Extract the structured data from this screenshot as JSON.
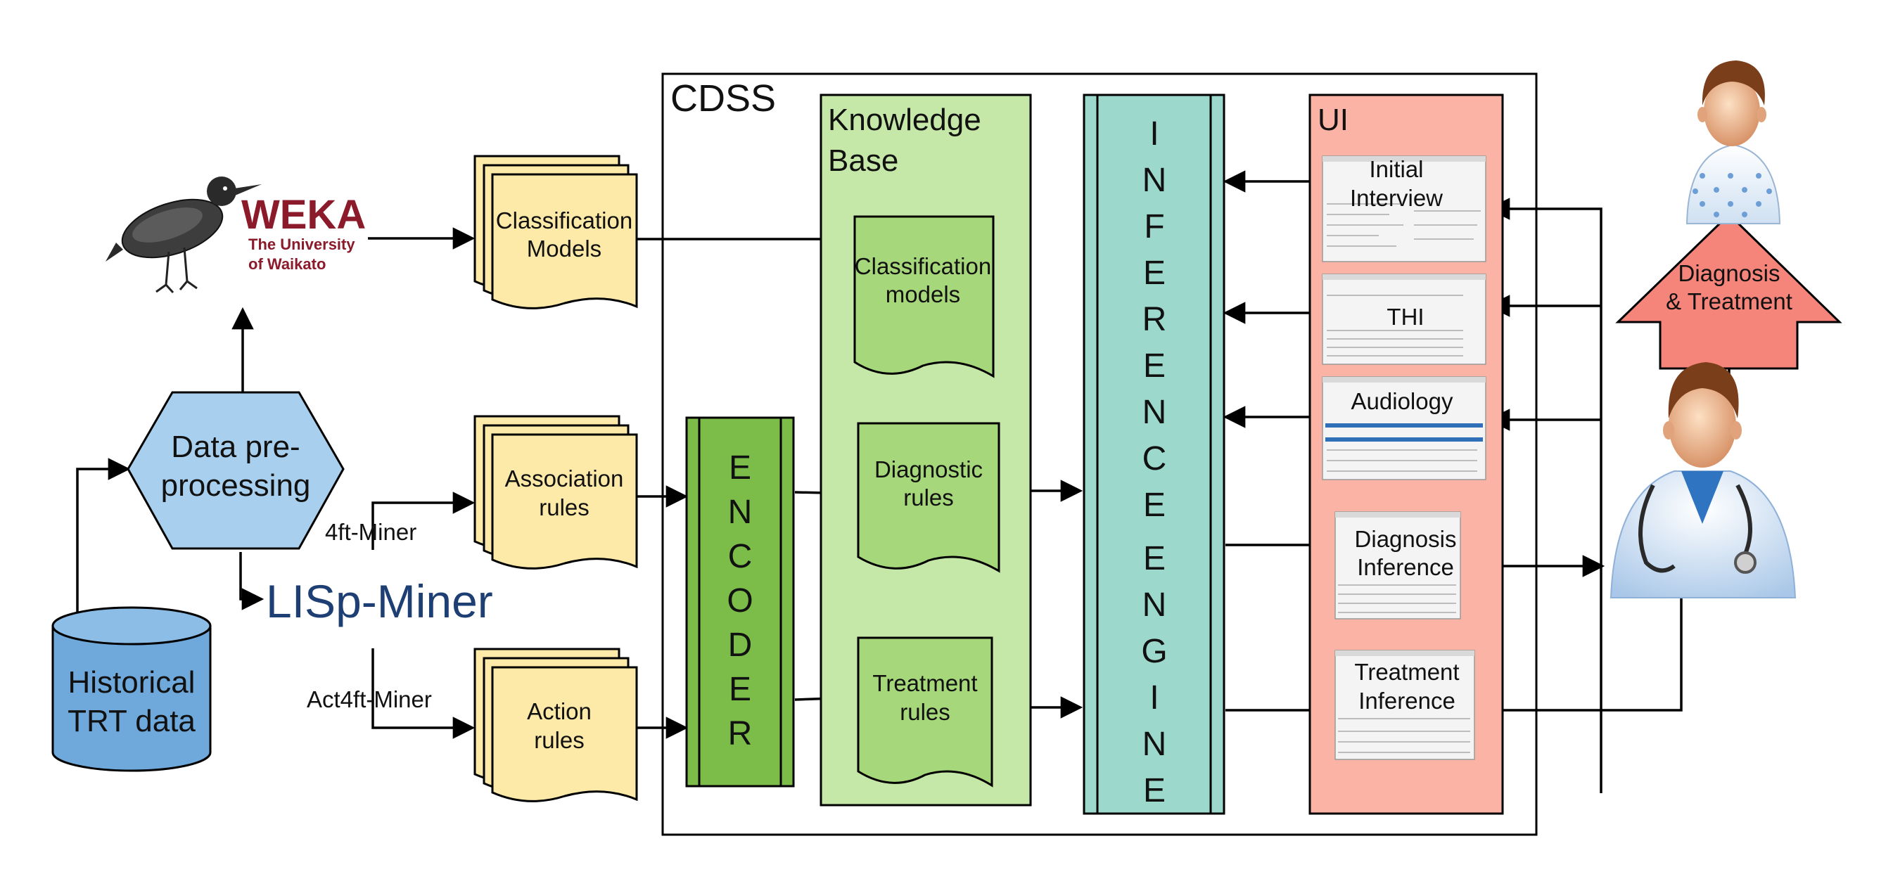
{
  "sources": {
    "historical": [
      "Historical",
      "TRT data"
    ],
    "preprocess": [
      "Data pre-",
      "processing"
    ],
    "weka_name": "WEKA",
    "weka_sub": [
      "The University",
      "of Waikato"
    ],
    "lisp_logo": "LISp-Miner",
    "miner_4ft": "4ft-Miner",
    "miner_act": "Act4ft-Miner"
  },
  "models": {
    "classification": [
      "Classification",
      "Models"
    ],
    "association": [
      "Association",
      "rules"
    ],
    "action": [
      "Action",
      "rules"
    ]
  },
  "cdss": {
    "title": "CDSS",
    "kb_title": [
      "Knowledge",
      "Base"
    ],
    "kb_classification": [
      "Classification",
      "models"
    ],
    "kb_diagnostic": [
      "Diagnostic",
      "rules"
    ],
    "kb_treatment": [
      "Treatment",
      "rules"
    ],
    "encoder": [
      "E",
      "N",
      "C",
      "O",
      "D",
      "E",
      "R"
    ],
    "engine_top": [
      "I",
      "N",
      "F",
      "E",
      "R",
      "E",
      "N",
      "C",
      "E"
    ],
    "engine_bottom": [
      "E",
      "N",
      "G",
      "I",
      "N",
      "E"
    ]
  },
  "ui": {
    "title": "UI",
    "initial": [
      "Initial",
      "Interview"
    ],
    "thi": "THI",
    "audiology": "Audiology",
    "diagnosis": [
      "Diagnosis",
      "Inference"
    ],
    "treatment": [
      "Treatment",
      "Inference"
    ]
  },
  "actors": {
    "dx_tx": [
      "Diagnosis",
      "& Treatment"
    ]
  },
  "colors": {
    "yellow": "#fdeaa8",
    "kb_green": "#c5e8a8",
    "doc_green": "#a6d77a",
    "encoder_green": "#7cbd4a",
    "teal": "#9dd8cc",
    "ui_pink": "#fbb3a6",
    "blue": "#a8d0ee",
    "cyl_blue": "#6fa9dc",
    "arrow_salmon": "#f5857a",
    "weka_red": "#8b1a2b",
    "lisp_blue": "#1d3f73"
  }
}
